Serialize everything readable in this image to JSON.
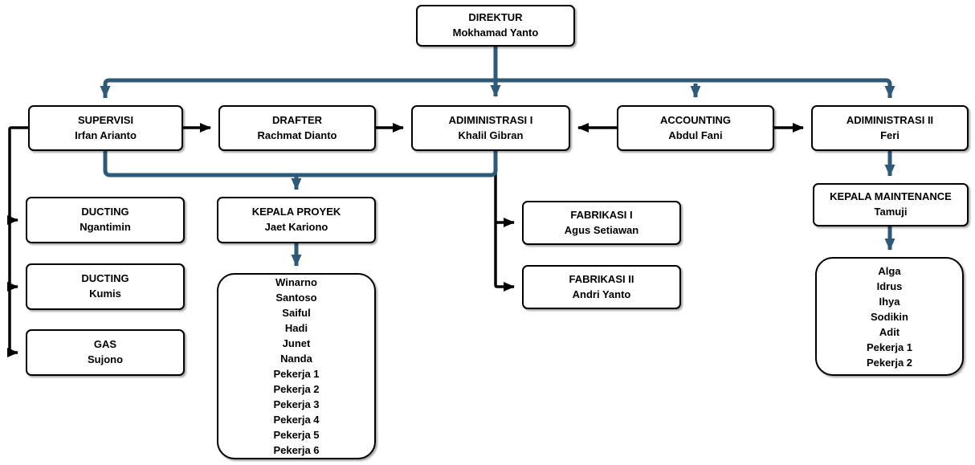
{
  "diagram": {
    "colors": {
      "connector_primary": "#2e5a78",
      "connector_secondary": "#000000",
      "box_background": "#ffffff",
      "box_border": "#000000"
    },
    "nodes": {
      "direktur": {
        "title": "DIREKTUR",
        "name": "Mokhamad Yanto"
      },
      "supervisi": {
        "title": "SUPERVISI",
        "name": "Irfan Arianto"
      },
      "drafter": {
        "title": "DRAFTER",
        "name": "Rachmat Dianto"
      },
      "administrasi1": {
        "title": "ADIMINISTRASI I",
        "name": "Khalil Gibran"
      },
      "accounting": {
        "title": "ACCOUNTING",
        "name": "Abdul Fani"
      },
      "administrasi2": {
        "title": "ADIMINISTRASI II",
        "name": "Feri"
      },
      "ducting1": {
        "title": "DUCTING",
        "name": "Ngantimin"
      },
      "ducting2": {
        "title": "DUCTING",
        "name": "Kumis"
      },
      "gas": {
        "title": "GAS",
        "name": "Sujono"
      },
      "kepala_proyek": {
        "title": "KEPALA PROYEK",
        "name": "Jaet Kariono"
      },
      "fabrikasi1": {
        "title": "FABRIKASI I",
        "name": "Agus Setiawan"
      },
      "fabrikasi2": {
        "title": "FABRIKASI II",
        "name": "Andri Yanto"
      },
      "kepala_maintenance": {
        "title": "KEPALA MAINTENANCE",
        "name": "Tamuji"
      }
    },
    "teams": {
      "proyek": {
        "members": [
          "Winarno",
          "Santoso",
          "Saiful",
          "Hadi",
          "Junet",
          "Nanda",
          "Pekerja 1",
          "Pekerja 2",
          "Pekerja 3",
          "Pekerja 4",
          "Pekerja 5",
          "Pekerja 6"
        ]
      },
      "maintenance": {
        "members": [
          "Alga",
          "Idrus",
          "Ihya",
          "Sodikin",
          "Adit",
          "Pekerja 1",
          "Pekerja 2"
        ]
      }
    }
  }
}
